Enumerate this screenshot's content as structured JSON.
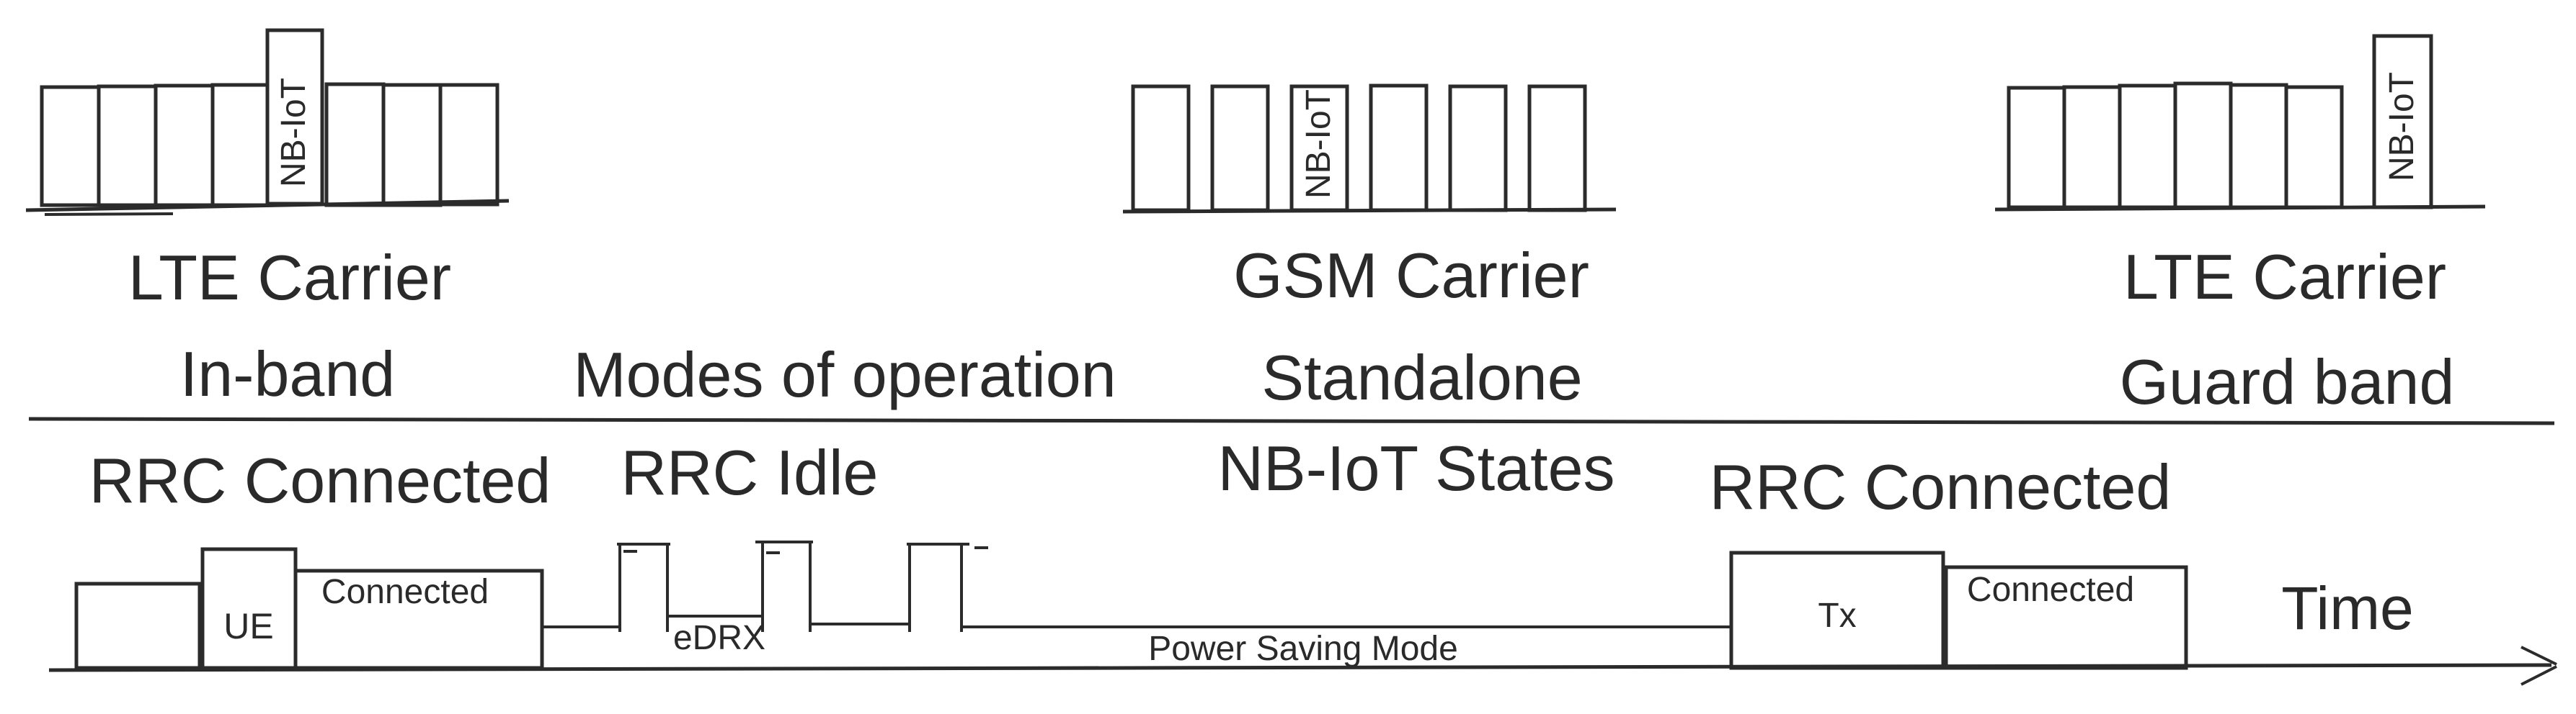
{
  "colors": {
    "ink": "#2b2b2b"
  },
  "carriers": {
    "inband": {
      "title": "LTE Carrier",
      "mode": "In-band",
      "nbiot": "NB-IoT"
    },
    "standalone": {
      "title": "GSM Carrier",
      "mode": "Standalone",
      "nbiot": "NB-IoT"
    },
    "guardband": {
      "title": "LTE Carrier",
      "mode": "Guard band",
      "nbiot": "NB-IoT"
    }
  },
  "headings": {
    "modes": "Modes of operation",
    "states": "NB-IoT States"
  },
  "states": {
    "connected1": "RRC Connected",
    "idle": "RRC Idle",
    "connected2": "RRC Connected"
  },
  "timeline": {
    "ue": "UE",
    "connected1": "Connected",
    "edrx": "eDRX",
    "psm": "Power Saving Mode",
    "tx": "Tx",
    "connected2": "Connected",
    "time": "Time"
  }
}
